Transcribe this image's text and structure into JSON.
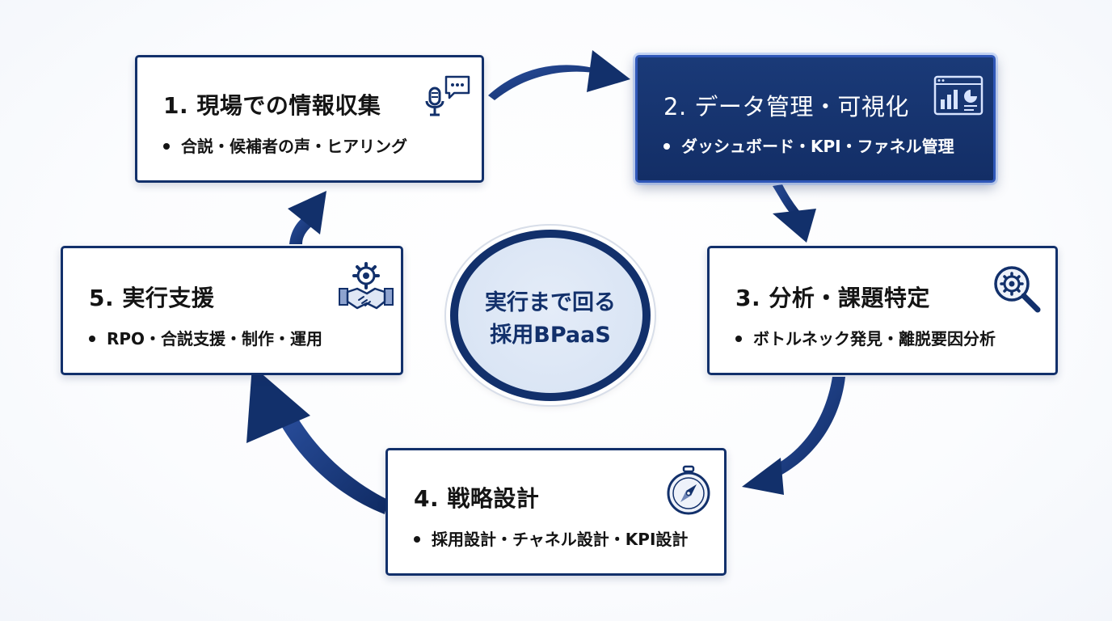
{
  "center": {
    "line1": "実行まで回る",
    "line2": "採用BPaaS"
  },
  "steps": [
    {
      "title": "1. 現場での情報収集",
      "bullet": "合説・候補者の声・ヒアリング",
      "icon": "microphone-chat-icon"
    },
    {
      "title": "2. データ管理・可視化",
      "bullet": "ダッシュボード・KPI・ファネル管理",
      "icon": "dashboard-chart-icon"
    },
    {
      "title": "3. 分析・課題特定",
      "bullet": "ボトルネック発見・離脱要因分析",
      "icon": "magnifier-gear-icon"
    },
    {
      "title": "4. 戦略設計",
      "bullet": "採用設計・チャネル設計・KPI設計",
      "icon": "compass-icon"
    },
    {
      "title": "5. 実行支援",
      "bullet": "RPO・合説支援・制作・運用",
      "icon": "handshake-gear-icon"
    }
  ],
  "colors": {
    "navy": "#12306b",
    "highlight_card": "#1a3a78",
    "center_fill": "#dbe6f5"
  }
}
